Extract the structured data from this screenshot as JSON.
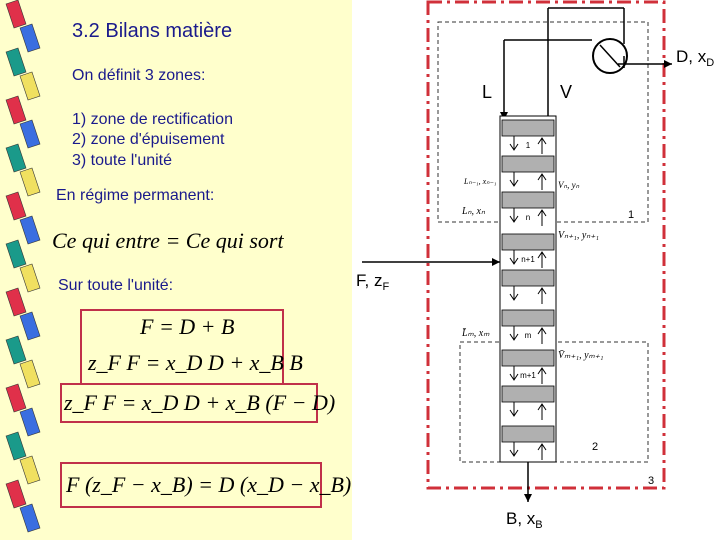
{
  "slide": {
    "title": "3.2 Bilans matière",
    "intro": "On définit 3 zones:",
    "zones": [
      "1) zone de rectification",
      "2) zone d'épuisement",
      "3) toute l'unité"
    ],
    "regime": "En régime permanent:",
    "balance_rule": "Ce qui entre = Ce qui sort",
    "whole_unit": "Sur toute l'unité:",
    "eq1": "F = D + B",
    "eq2": "z_F F = x_D D + x_B B",
    "eq3": "z_F F = x_D D + x_B (F − D)",
    "eq4": "F (z_F − x_B) = D (x_D − x_B)"
  },
  "diagram": {
    "top_outlet": "D, x",
    "top_outlet_sub": "D",
    "reflux_label": "L",
    "vapor_label": "V",
    "feed_label": "F, z",
    "feed_sub": "F",
    "bottom_label": "B, x",
    "bottom_sub": "B",
    "plates": [
      "1",
      "n",
      "n+1",
      "m",
      "m+1"
    ],
    "stream_n_minus": "Lₙ₋₁, xₙ₋₁",
    "stream_vn": "Vₙ, yₙ",
    "stream_ln": "Lₙ, xₙ",
    "stream_vn1": "Vₙ₊₁, yₙ₊₁",
    "stream_lm": "L̄ₘ, xₘ",
    "stream_vm1": "V̄ₘ₊₁, yₘ₊₁",
    "zone1": "1",
    "zone2": "2",
    "zone3": "3",
    "colors": {
      "zone3_border": "#d0303a",
      "zone_dash": "#333333",
      "plate_fill": "#b0b0b0"
    }
  },
  "ribbon_colors": [
    "#e0304a",
    "#3a6ee0",
    "#1a9a8a",
    "#f0e060"
  ]
}
